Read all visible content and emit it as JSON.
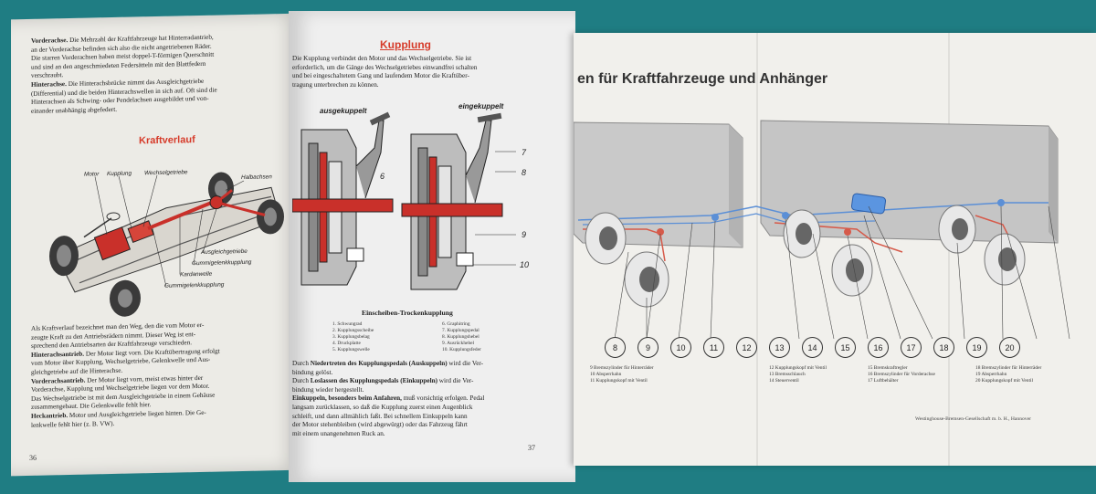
{
  "left_page": {
    "text_top": [
      {
        "b": "Vorderachse.",
        "t": " Die Mehrzahl der Kraftfahrzeuge hat Hinterradantrieb,"
      },
      {
        "b": "",
        "t": "an der Vorderachse befinden sich also die nicht angetriebenen Räder."
      },
      {
        "b": "",
        "t": "Die starren Vorderachsen haben meist doppel-T-förmigen Querschnitt"
      },
      {
        "b": "",
        "t": "und sind an den angeschmiedeten Federsätteln mit den Blattfedern"
      },
      {
        "b": "",
        "t": "verschraubt."
      },
      {
        "b": "Hinterachse.",
        "t": " Die Hinterachsbrücke nimmt das Ausgleichgetriebe"
      },
      {
        "b": "",
        "t": "(Differential) und die beiden Hinterachswellen in sich auf. Oft sind die"
      },
      {
        "b": "",
        "t": "Hinterachsen als Schwing- oder Pendelachsen ausgebildet und von-"
      },
      {
        "b": "",
        "t": "einander unabhängig abgefedert."
      }
    ],
    "heading": "Kraftverlauf",
    "labels": {
      "motor": "Motor",
      "kupplung": "Kupplung",
      "wechselgetriebe": "Wechselgetriebe",
      "halbachsen": "Halbachsen",
      "ausgleichgetriebe": "Ausgleichgetriebe",
      "gummigelenkkupplung1": "Gummigelenkkupplung",
      "kardanwelle": "Kardanwelle",
      "gummigelenkkupplung2": "Gummigelenkkupplung"
    },
    "text_bottom": [
      {
        "b": "",
        "t": "Als Kraftverlauf bezeichnet man den Weg, den die vom Motor er-"
      },
      {
        "b": "",
        "t": "zeugte Kraft zu den Antriebsrädern nimmt. Dieser Weg ist ent-"
      },
      {
        "b": "",
        "t": "sprechend den Antriebsarten der Kraftfahrzeuge verschieden."
      },
      {
        "b": "Hinterachsantrieb.",
        "t": " Der Motor liegt vorn. Die Kraftübertragung erfolgt"
      },
      {
        "b": "",
        "t": "vom Motor über Kupplung, Wechselgetriebe, Gelenkwelle und Aus-"
      },
      {
        "b": "",
        "t": "gleichgetriebe auf die Hinterachse."
      },
      {
        "b": "Vorderachsantrieb.",
        "t": " Der Motor liegt vorn, meist etwas hinter der"
      },
      {
        "b": "",
        "t": "Vorderachse, Kupplung und Wechselgetriebe liegen vor dem Motor."
      },
      {
        "b": "",
        "t": "Das Wechselgetriebe ist mit dem Ausgleichgetriebe in einem Gehäuse"
      },
      {
        "b": "",
        "t": "zusammengebaut. Die Gelenkwelle fehlt hier."
      },
      {
        "b": "Heckantrieb.",
        "t": " Motor und Ausgleichgetriebe liegen hinten. Die Ge-"
      },
      {
        "b": "",
        "t": "lenkwelle fehlt hier (z. B. VW)."
      }
    ],
    "page_number": "36"
  },
  "right_page": {
    "heading": "Kupplung",
    "text_top": [
      {
        "b": "",
        "t": "Die Kupplung verbindet den Motor und das Wechselgetriebe. Sie ist"
      },
      {
        "b": "",
        "t": "erforderlich, um die Gänge des Wechselgetriebes einwandfrei schalten"
      },
      {
        "b": "",
        "t": "und bei eingeschaltetem Gang und laufendem Motor die Kraftüber-"
      },
      {
        "b": "",
        "t": "tragung unterbrechen zu können."
      }
    ],
    "label_ausgekuppelt": "ausgekuppelt",
    "label_eingekuppelt": "eingekuppelt",
    "callout_numbers": [
      "6",
      "7",
      "8",
      "9",
      "10"
    ],
    "figure_caption": "Einscheiben-Trockenkupplung",
    "parts_left": [
      "1. Schwungrad",
      "2. Kupplungsscheibe",
      "3. Kupplungsbelag",
      "4. Druckplatte",
      "5. Kupplungswelle"
    ],
    "parts_right": [
      "6. Graphitring",
      "7. Kupplungspedal",
      "8. Kupplungshebel",
      "9. Ausrückhebel",
      "10. Kupplungsfeder"
    ],
    "text_bottom": [
      {
        "b": "Niedertreten des Kupplungspedals (Auskuppeln)",
        "pre": "Durch ",
        "t": " wird die Ver-"
      },
      {
        "b": "",
        "pre": "",
        "t": "bindung gelöst."
      },
      {
        "b": "Loslassen des Kupplungspedals (Einkuppeln)",
        "pre": "Durch ",
        "t": " wird die Ver-"
      },
      {
        "b": "",
        "pre": "",
        "t": "bindung wieder hergestellt."
      },
      {
        "b": "Einkuppeln, besonders beim Anfahren,",
        "pre": "",
        "t": " muß vorsichtig erfolgen. Pedal"
      },
      {
        "b": "",
        "pre": "",
        "t": "langsam zurücklassen, so daß die Kupplung zuerst einen Augenblick"
      },
      {
        "b": "",
        "pre": "",
        "t": "schleift, und dann allmählich faßt. Bei schnellem Einkuppeln kann"
      },
      {
        "b": "",
        "pre": "",
        "t": "der Motor stehenbleiben (wird abgewürgt) oder das Fahrzeug fährt"
      },
      {
        "b": "",
        "pre": "",
        "t": "mit einem unangenehmen Ruck an."
      }
    ],
    "page_number": "37"
  },
  "foldout": {
    "title": "en für Kraftfahrzeuge und Anhänger",
    "circles": [
      "8",
      "9",
      "10",
      "11",
      "12",
      "13",
      "14",
      "15",
      "16",
      "17",
      "18",
      "19",
      "20"
    ],
    "legend_col1": [
      "9  Bremszylinder für Hinterräder",
      "10  Absperrhahn",
      "11  Kupplungskopf mit Ventil"
    ],
    "legend_col2": [
      "12  Kupplungskopf mit Ventil",
      "13  Bremsschlauch",
      "14  Steuerventil"
    ],
    "legend_col3": [
      "15  Bremskraftregler",
      "16  Bremszylinder für Vorderachse",
      "17  Luftbehälter"
    ],
    "legend_col4": [
      "18  Bremszylinder für Hinterräder",
      "19  Absperrhahn",
      "20  Kupplungskopf mit Ventil"
    ],
    "footer": "Westinghouse-Bremsen-Gesellschaft m. b. H., Hannover"
  },
  "colors": {
    "background": "#1f7d83",
    "accent_red": "#d63b2a",
    "paper": "#ecebe6"
  }
}
